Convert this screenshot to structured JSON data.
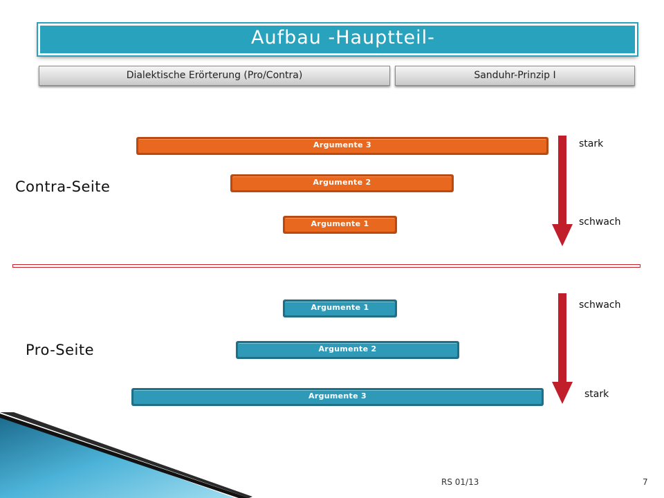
{
  "title": "Aufbau -Hauptteil-",
  "tabs": {
    "left": "Dialektische Erörterung (Pro/Contra)",
    "right": "Sanduhr-Prinzip I"
  },
  "contra": {
    "label": "Contra-Seite",
    "bars": [
      "Argumente  3",
      "Argumente  2",
      "Argumente  1"
    ],
    "top_label": "stark",
    "bottom_label": "schwach"
  },
  "pro": {
    "label": "Pro-Seite",
    "bars": [
      "Argumente  1",
      "Argumente  2",
      "Argumente  3"
    ],
    "top_label": "schwach",
    "bottom_label": "stark"
  },
  "footer": {
    "center": "RS 01/13",
    "page_number": "7"
  },
  "colors": {
    "title_bg": "#29a2bd",
    "contra_bar": "#e8681f",
    "pro_bar": "#2e9ab8",
    "arrow": "#c01e2b"
  }
}
